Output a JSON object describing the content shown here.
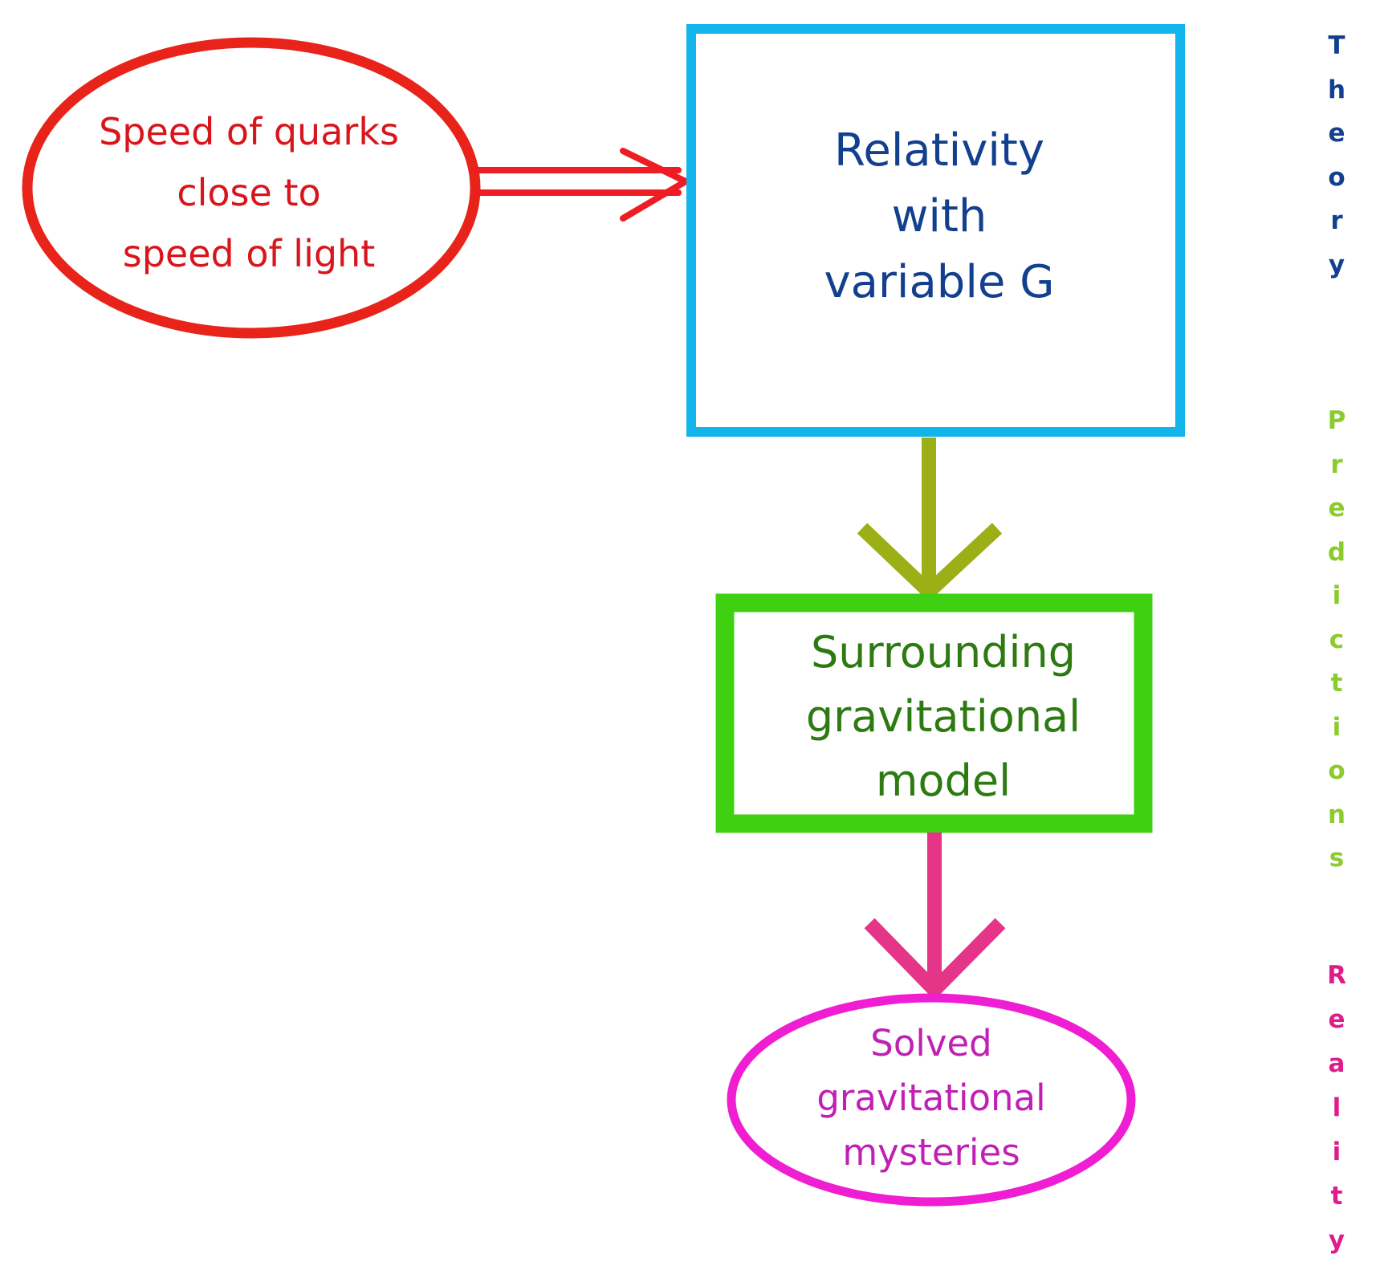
{
  "nodes": {
    "speed_of_quarks": {
      "lines": [
        "Speed of quarks",
        "close to",
        "speed of light"
      ],
      "color": "#e8231a",
      "text_color": "#d9151c"
    },
    "relativity": {
      "lines": [
        "Relativity",
        "with",
        "variable G"
      ],
      "color": "#13b4ec",
      "text_color": "#133f8f"
    },
    "surrounding_model": {
      "lines": [
        "Surrounding",
        "gravitational",
        "model"
      ],
      "color": "#3fd111",
      "text_color": "#2e7a12"
    },
    "solved_mysteries": {
      "lines": [
        "Solved",
        "gravitational",
        "mysteries"
      ],
      "color": "#f01ed2",
      "text_color": "#c020b4"
    }
  },
  "arrows": {
    "quarks_to_relativity": {
      "color": "#ee1c23",
      "style": "double-line"
    },
    "relativity_to_model": {
      "color": "#9caf17"
    },
    "model_to_mysteries": {
      "color": "#e43588"
    }
  },
  "side_labels": {
    "theory": {
      "text": "Theory",
      "color": "#133f8f"
    },
    "predictions": {
      "text": "Predictions",
      "color": "#8ccb2c"
    },
    "reality": {
      "text": "Reality",
      "color": "#e01b8d"
    }
  }
}
